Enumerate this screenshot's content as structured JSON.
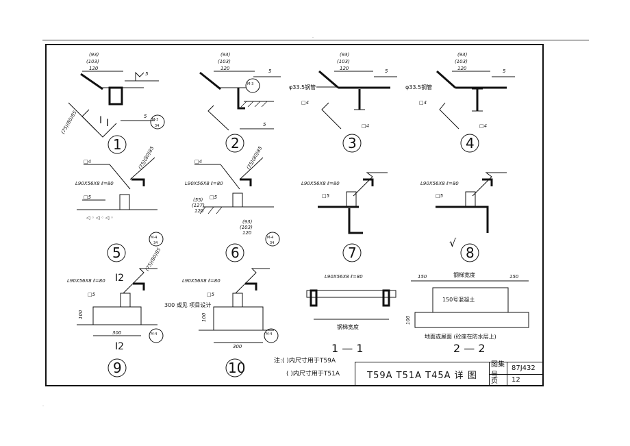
{
  "drawing": {
    "title": "T59A  T51A  T45A   详 图",
    "atlas_label": "图集号",
    "atlas_no": "87J432",
    "page_label": "页",
    "page_no": "12"
  },
  "notes": {
    "line1": "注:( )内尺寸用于T59A",
    "line2": "( )内尺寸用于T51A"
  },
  "details": [
    {
      "num": "1",
      "dims": [
        "(93)",
        "(103)",
        "120"
      ],
      "weld": "5"
    },
    {
      "num": "2",
      "dims": [
        "(93)",
        "(103)",
        "120"
      ],
      "weld": "5"
    },
    {
      "num": "3",
      "dims": [
        "(93)",
        "(103)",
        "120"
      ],
      "weld": "5",
      "pipe": "φ33.5钢管",
      "plate": "□4"
    },
    {
      "num": "4",
      "dims": [
        "(93)",
        "(103)",
        "120"
      ],
      "weld": "5",
      "pipe": "φ33.5钢管",
      "plate": "□4"
    },
    {
      "num": "5",
      "angle": "L90X56X8  ℓ=80",
      "plate": "□4",
      "weld": "□5"
    },
    {
      "num": "6",
      "angle": "L90X56X8  ℓ=80",
      "plate": "□4",
      "weld": "□5",
      "dims": [
        "(55)",
        "(127)",
        "120",
        "(93)",
        "(103)",
        "120"
      ]
    },
    {
      "num": "7",
      "angle": "L90X56X8  ℓ=80",
      "weld": "□5"
    },
    {
      "num": "8",
      "angle": "L90X56X8  ℓ=80",
      "weld": "□5"
    },
    {
      "num": "9",
      "angle": "L90X56X8  ℓ=80",
      "weld": "□5",
      "dim": "300",
      "height": "100"
    },
    {
      "num": "10",
      "angle": "L90X56X8  ℓ=80",
      "weld": "□5",
      "dim": "300",
      "height": "100",
      "note": "300 或见 项目设计"
    }
  ],
  "sections": {
    "s11": {
      "label": "1 — 1",
      "angle": "L90X56X8  ℓ=80",
      "width": "钢梯宽度"
    },
    "s22": {
      "label": "2 — 2",
      "width": "钢梯宽度",
      "left": "150",
      "right": "150",
      "concrete": "150号混凝土",
      "height": "100",
      "floor": "地面或屋面 (砼座在防水层上)"
    }
  },
  "refs": {
    "r1": "M-3 / 34",
    "r2": "M-4 / 34"
  }
}
